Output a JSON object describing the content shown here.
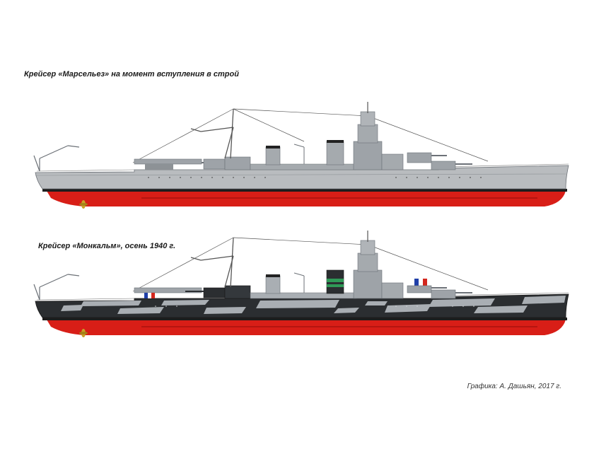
{
  "captions": {
    "top": "Крейсер «Марсельез» на момент вступления в строй",
    "bottom": "Крейсер «Монкальм», осень 1940 г."
  },
  "credit": "Графика: А. Дашьян, 2017 г.",
  "colors": {
    "hull_gray": "#b9bcbf",
    "superstructure_gray": "#9ea3a8",
    "dark_gray": "#6c7177",
    "red_bottom": "#d81e17",
    "boot_black": "#1d1d1d",
    "camo_dark": "#2b2e31",
    "camo_light": "#a9aeb3",
    "propeller": "#c9a227",
    "flag_blue": "#1f3fa8",
    "flag_red": "#d3261d",
    "funnel_green": "#2f9a57"
  },
  "ships": [
    {
      "name": "marseillaise-profile",
      "camouflage": false
    },
    {
      "name": "montcalm-profile",
      "camouflage": true
    }
  ]
}
